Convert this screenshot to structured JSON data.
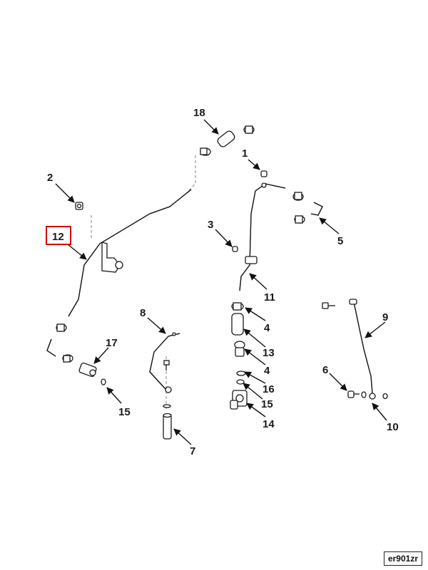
{
  "callouts": [
    {
      "label": "1"
    },
    {
      "label": "2"
    },
    {
      "label": "3"
    },
    {
      "label": "4"
    },
    {
      "label": "4"
    },
    {
      "label": "5"
    },
    {
      "label": "6"
    },
    {
      "label": "7"
    },
    {
      "label": "8"
    },
    {
      "label": "9"
    },
    {
      "label": "10"
    },
    {
      "label": "11"
    },
    {
      "label": "12"
    },
    {
      "label": "13"
    },
    {
      "label": "14"
    },
    {
      "label": "15"
    },
    {
      "label": "15"
    },
    {
      "label": "16"
    },
    {
      "label": "17"
    },
    {
      "label": "18"
    }
  ],
  "highlighted_callout": "12",
  "highlight_color": "#d40000",
  "reference_code": "er901zr"
}
